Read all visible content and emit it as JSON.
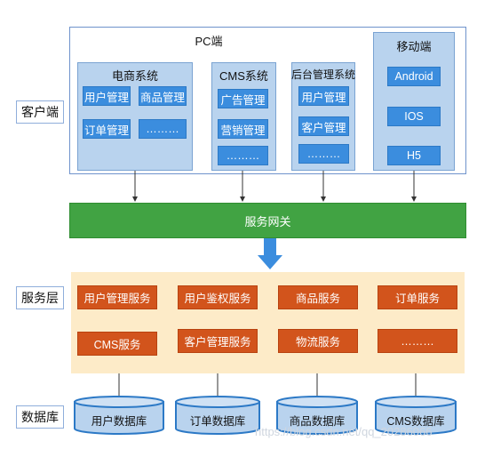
{
  "layers": {
    "client": "客户端",
    "service": "服务层",
    "database": "数据库"
  },
  "pc": {
    "title": "PC端",
    "ecommerce": {
      "title": "电商系统",
      "items": [
        "用户管理",
        "商品管理",
        "订单管理",
        "………"
      ]
    },
    "cms": {
      "title": "CMS系统",
      "items": [
        "广告管理",
        "营销管理",
        "………"
      ]
    },
    "backend": {
      "title": "后台管理系统",
      "items": [
        "用户管理",
        "客户管理",
        "………"
      ]
    }
  },
  "mobile": {
    "title": "移动端",
    "items": [
      "Android",
      "IOS",
      "H5"
    ]
  },
  "gateway": "服务网关",
  "services": [
    "用户管理服务",
    "用户鉴权服务",
    "商品服务",
    "订单服务",
    "CMS服务",
    "客户管理服务",
    "物流服务",
    "………"
  ],
  "databases": [
    "用户数据库",
    "订单数据库",
    "商品数据库",
    "CMS数据库"
  ],
  "watermark": "https://blog.csdn.net/qq_20286066",
  "colors": {
    "client_panel": "#b9d3ee",
    "client_chip": "#3b8dde",
    "gateway": "#41a343",
    "service_band": "#fdebc8",
    "service_box": "#d2541c",
    "database": "#b9d3ee"
  }
}
